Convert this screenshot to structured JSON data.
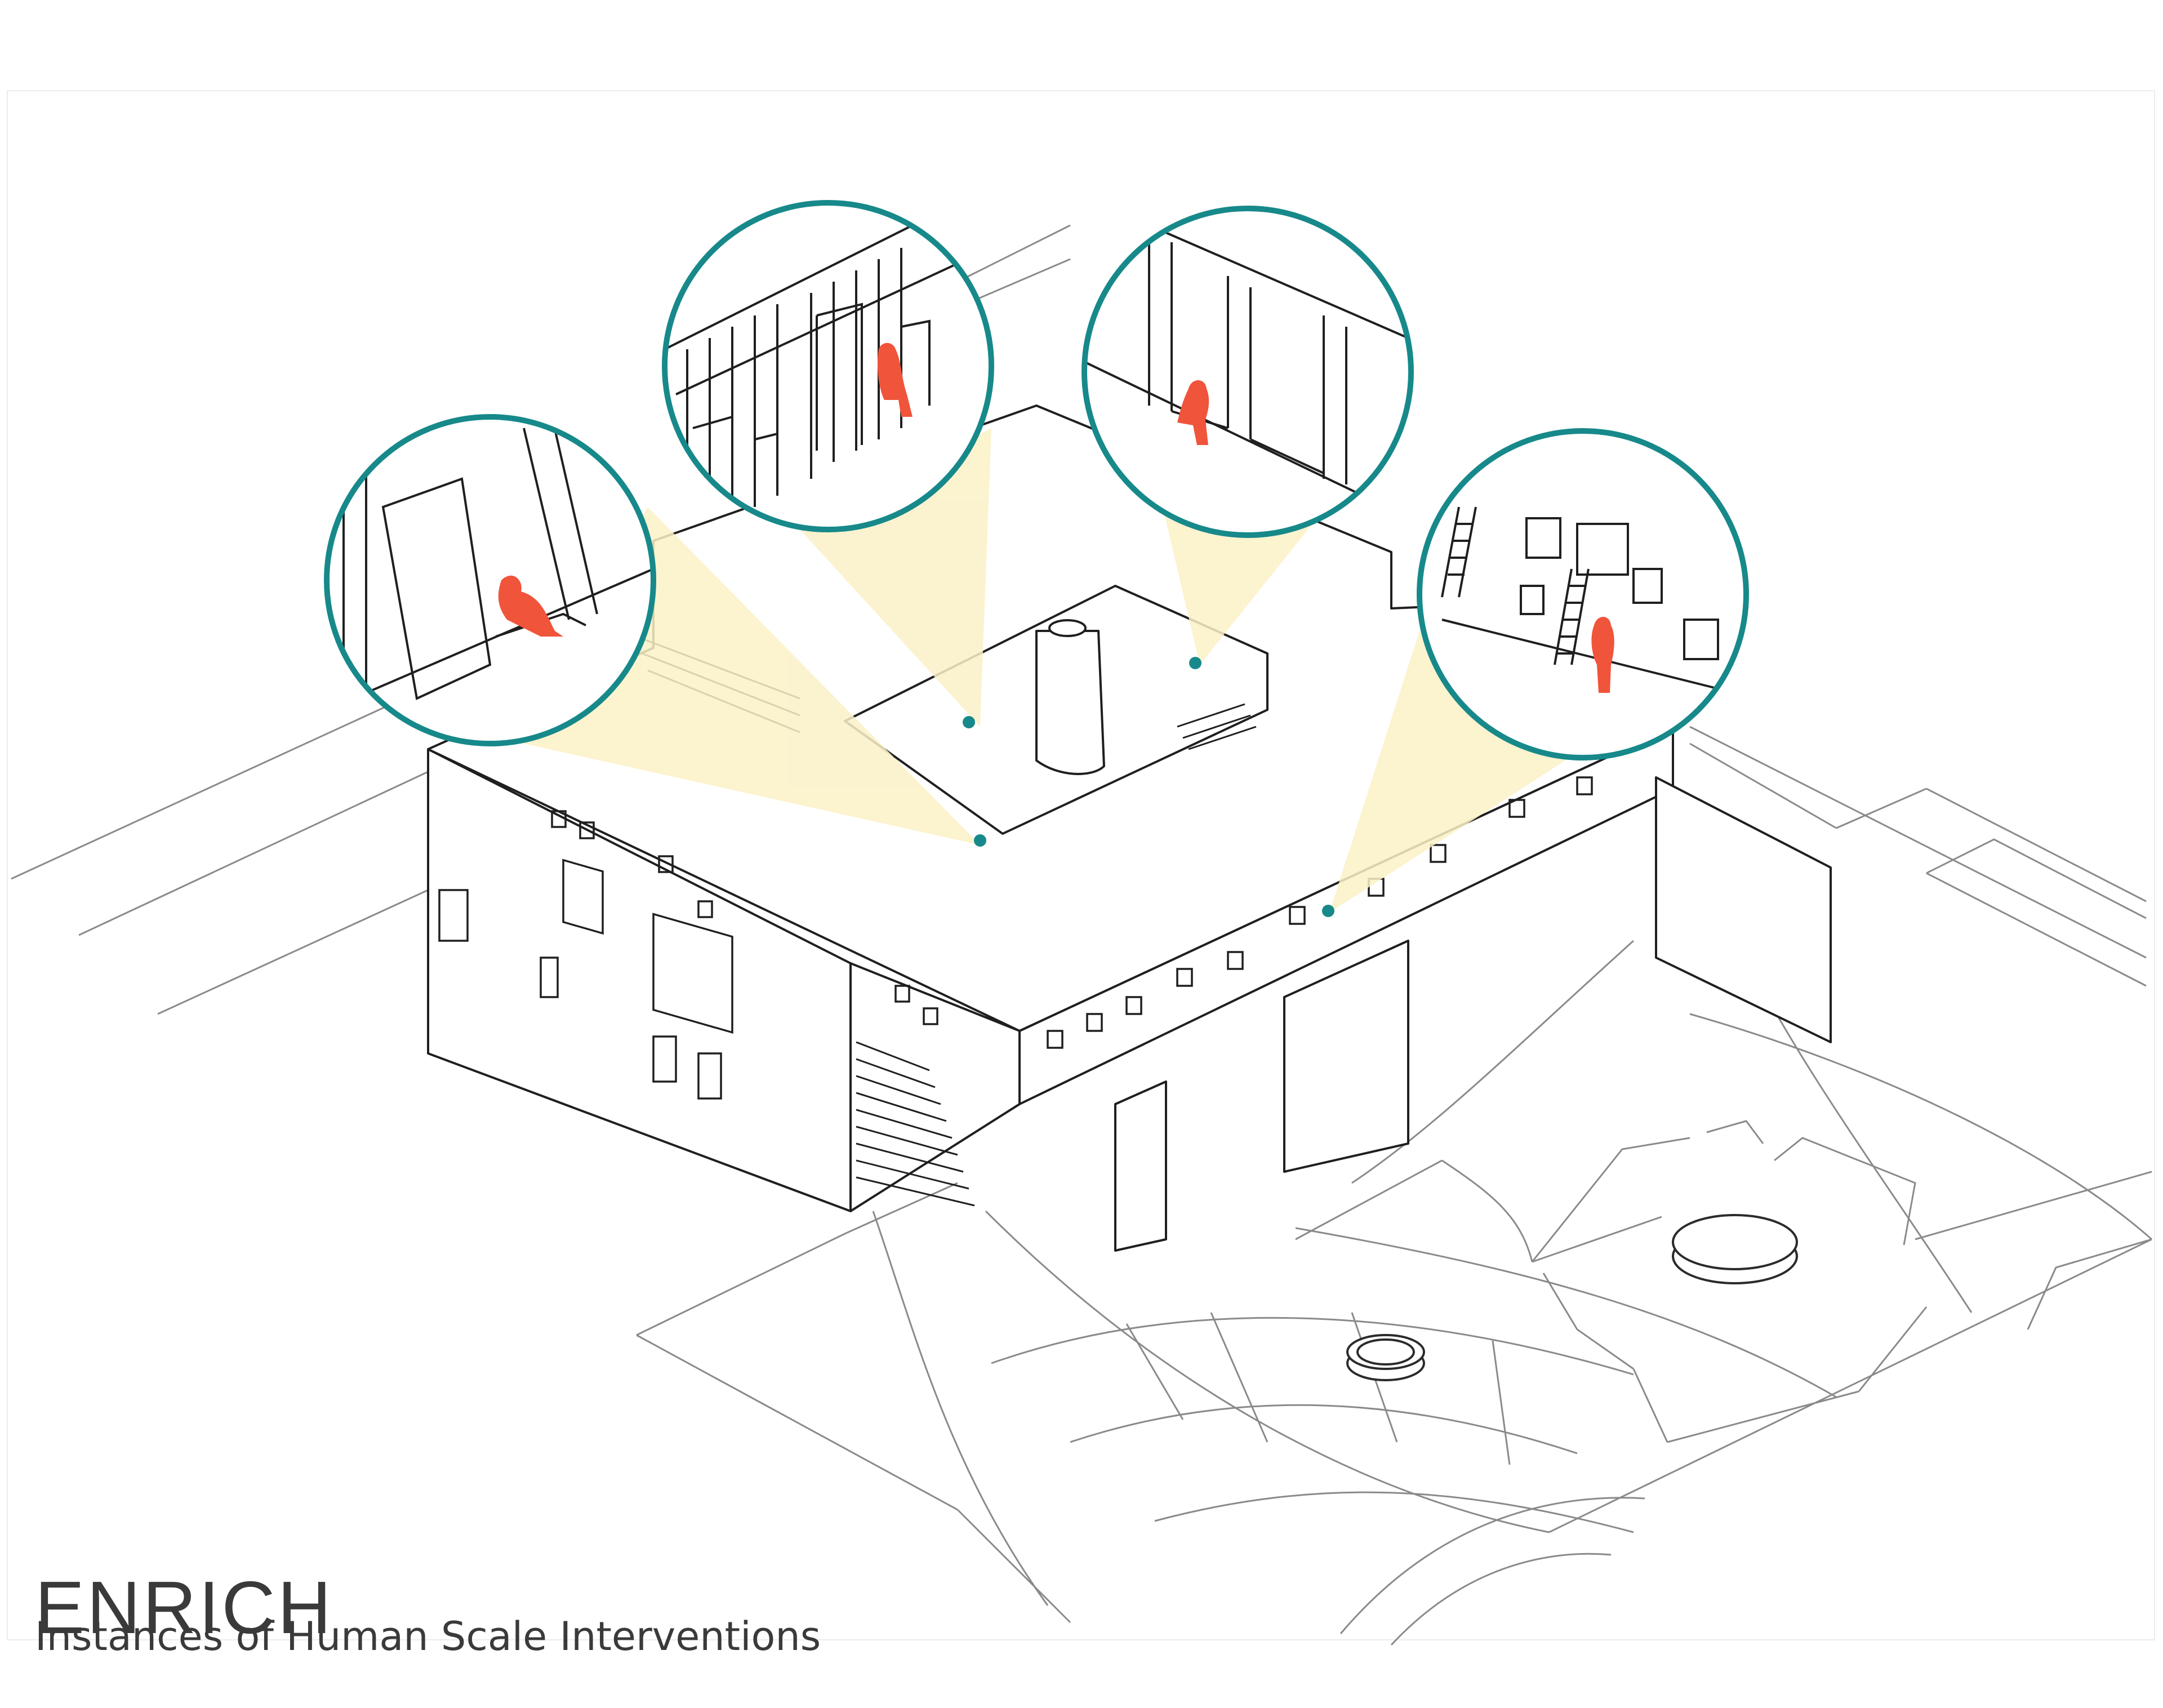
{
  "title": "ENRICH",
  "subtitle": "Instances of Human Scale Interventions",
  "colors": {
    "callout_ring": "#17898a",
    "highlight_cone": "#fbf1c7",
    "human_figure": "#f0543a",
    "linework": "#2b2b2b",
    "text": "#3a3a3a"
  },
  "callouts": [
    {
      "id": "window-seat-reading",
      "icon": "seated-reader-figure"
    },
    {
      "id": "tall-study-carrels",
      "icon": "seated-figure"
    },
    {
      "id": "window-bench",
      "icon": "seated-figure"
    },
    {
      "id": "climbing-ladders",
      "icon": "standing-climber-figure"
    }
  ]
}
